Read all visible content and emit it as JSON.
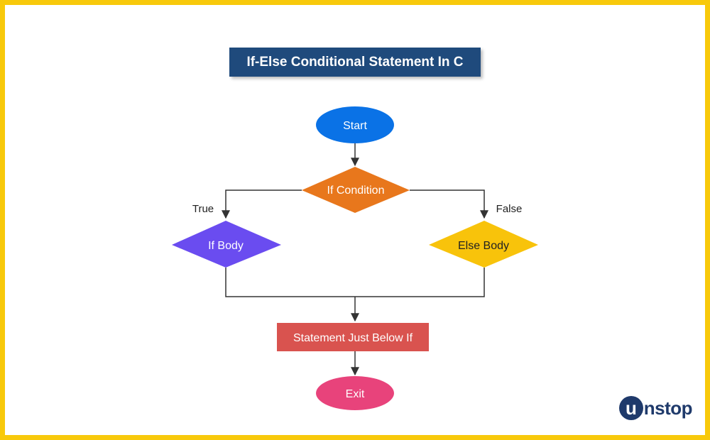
{
  "title": "If-Else Conditional Statement In C",
  "nodes": {
    "start": "Start",
    "condition": "If Condition",
    "if_body": "If Body",
    "else_body": "Else Body",
    "statement_below": "Statement Just Below If",
    "exit": "Exit"
  },
  "edge_labels": {
    "true": "True",
    "false": "False"
  },
  "logo": {
    "first_letter": "u",
    "rest": "nstop"
  },
  "colors": {
    "border": "#f8c90b",
    "title_bg": "#1f4a7c",
    "start": "#0a72e6",
    "condition": "#e8771c",
    "if_body": "#6a4cf0",
    "else_body": "#f8c30b",
    "statement_below": "#d9534f",
    "exit": "#e8437b",
    "logo": "#1f3a6b"
  }
}
